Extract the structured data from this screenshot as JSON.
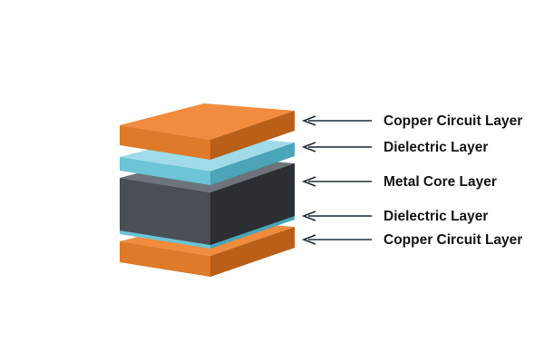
{
  "diagram": {
    "layers": [
      {
        "id": "copper-top",
        "label": "Copper Circuit Layer",
        "colors": {
          "top": "#f18b3d",
          "front": "#de7a2a",
          "side": "#b95f18"
        }
      },
      {
        "id": "dielectric-top",
        "label": "Dielectric Layer",
        "colors": {
          "top": "#9fdbe8",
          "front": "#6cc4d6",
          "side": "#4aa5b8"
        }
      },
      {
        "id": "metal-core",
        "label": "Metal Core Layer",
        "colors": {
          "top": "#6d737b",
          "front": "#4a4f56",
          "side": "#2b2f34"
        }
      },
      {
        "id": "dielectric-bottom",
        "label": "Dielectric Layer",
        "colors": {
          "top": "#9fdbe8",
          "front": "#6cc4d6",
          "side": "#4aa5b8"
        }
      },
      {
        "id": "copper-bottom",
        "label": "Copper Circuit Layer",
        "colors": {
          "top": "#f18b3d",
          "front": "#de7a2a",
          "side": "#b95f18"
        }
      }
    ],
    "arrow_color": "#1d2d3a"
  }
}
